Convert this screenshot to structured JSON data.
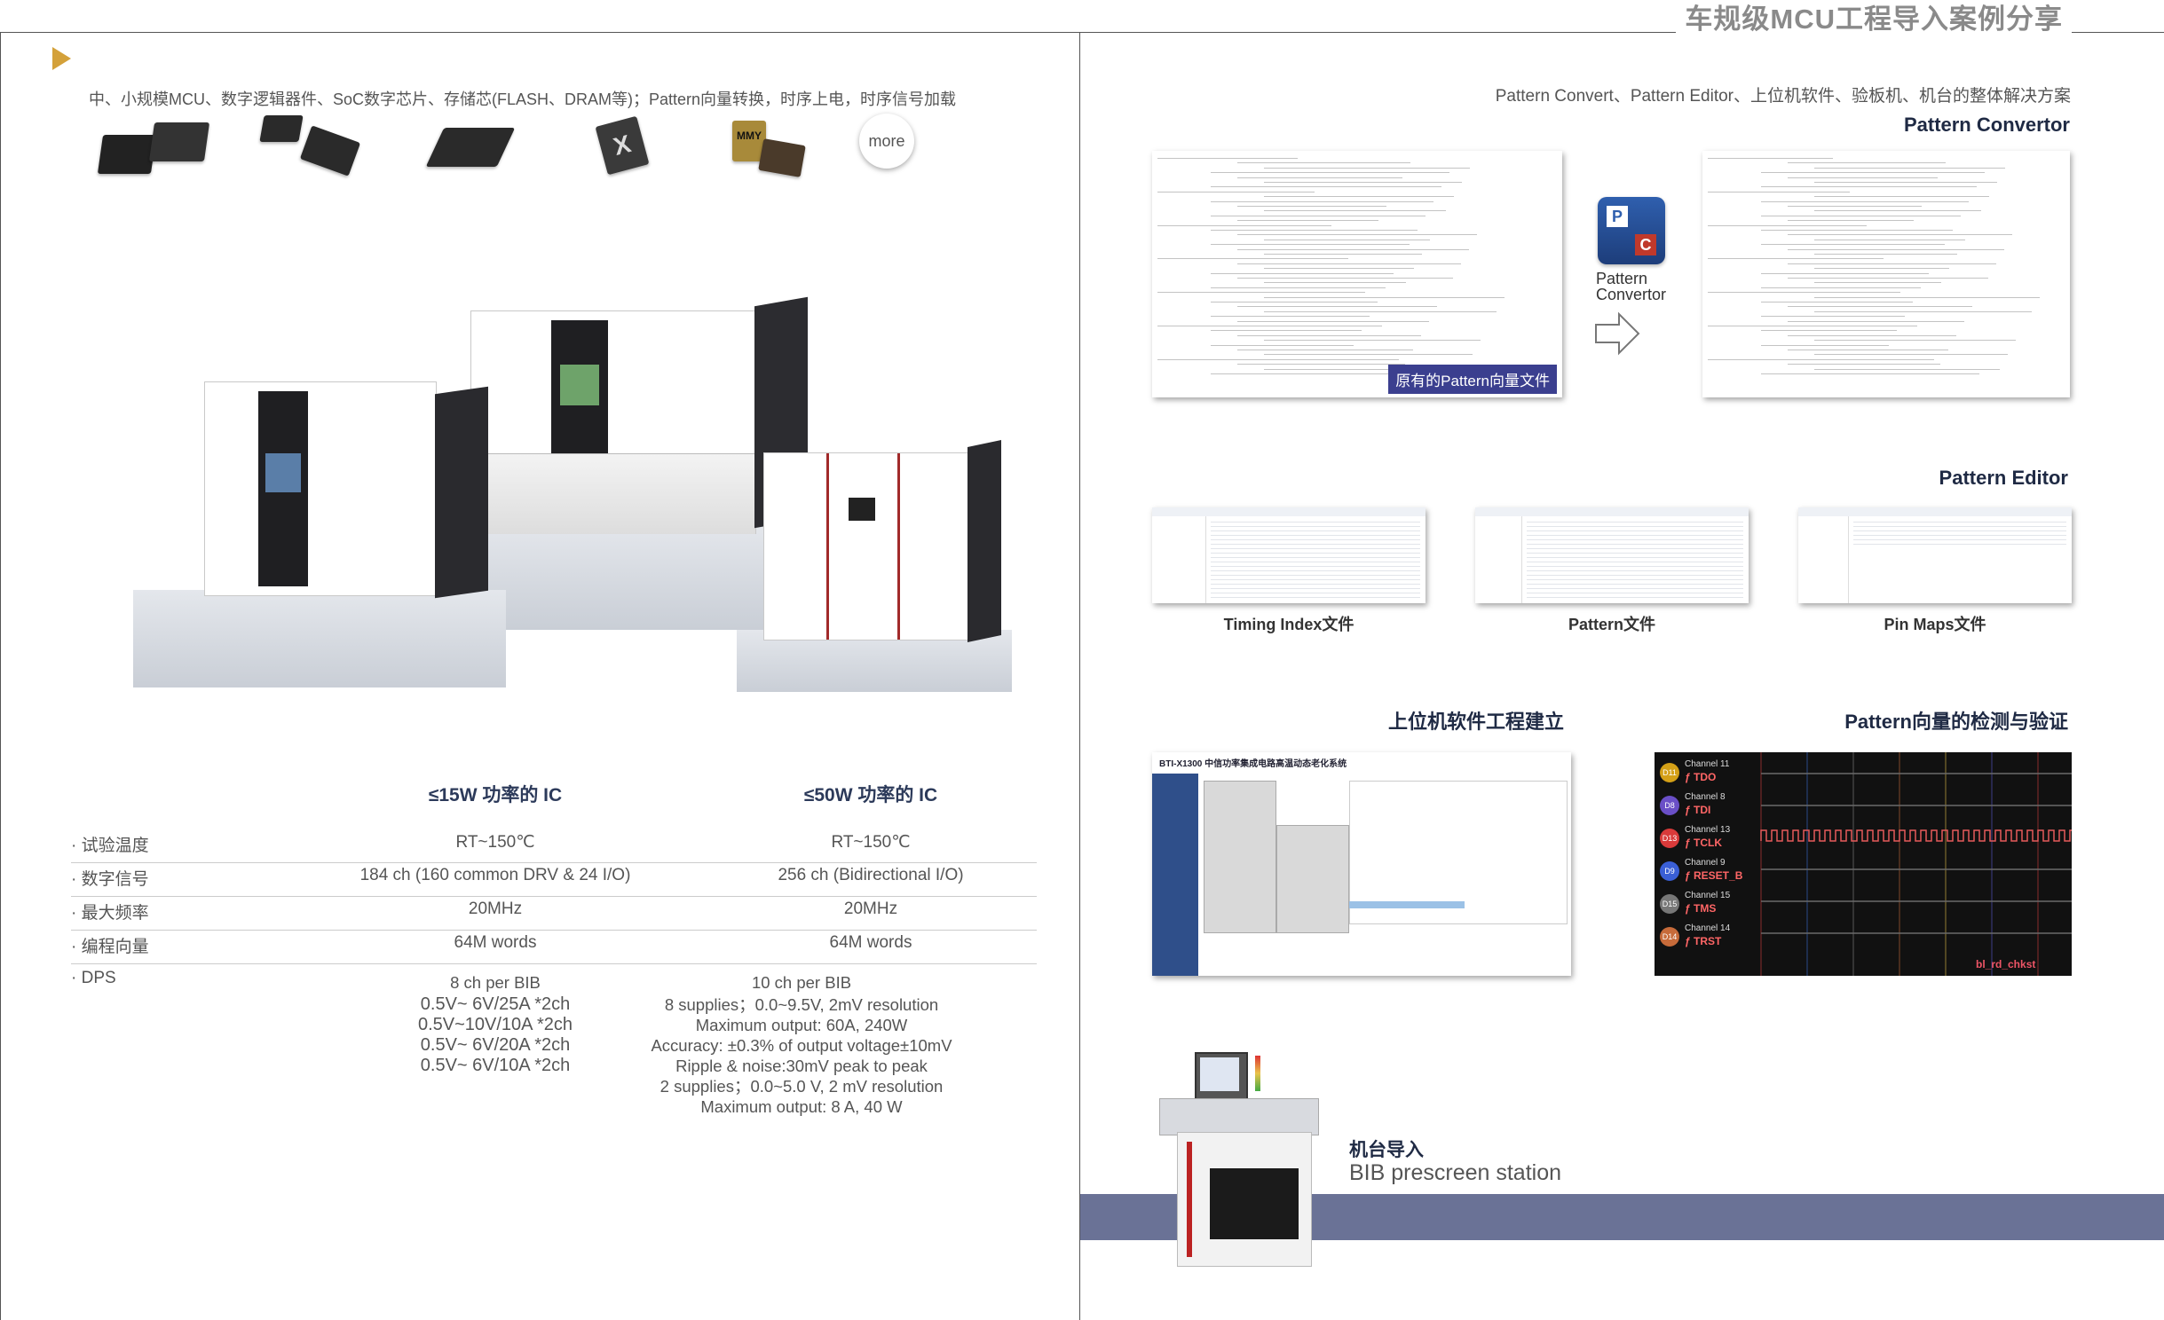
{
  "header": {
    "title": "车规级MCU工程导入案例分享"
  },
  "left": {
    "chip_description": "中、小规模MCU、数字逻辑器件、SoC数字芯片、存储芯(FLASH、DRAM等)；Pattern向量转换，时序上电，时序信号加载",
    "more_label": "more",
    "chip_marks": {
      "mmy": "MMY",
      "x": "X"
    },
    "specs": {
      "col1_title": "≤15W 功率的 IC",
      "col2_title": "≤50W 功率的 IC",
      "rows": [
        {
          "label": "· 试验温度",
          "v1": "RT~150℃",
          "v2": "RT~150℃"
        },
        {
          "label": "· 数字信号",
          "v1": "184 ch (160 common DRV & 24 I/O)",
          "v2": "256 ch (Bidirectional I/O)"
        },
        {
          "label": "· 最大频率",
          "v1": "20MHz",
          "v2": "20MHz"
        },
        {
          "label": "· 编程向量",
          "v1": "64M words",
          "v2": "64M words"
        }
      ],
      "dps": {
        "label": "· DPS",
        "col1": [
          "8 ch per BIB",
          "0.5V~  6V/25A *2ch",
          "0.5V~10V/10A *2ch",
          "0.5V~  6V/20A *2ch",
          "0.5V~  6V/10A *2ch"
        ],
        "col2": [
          "10 ch per BIB",
          "8 supplies；0.0~9.5V, 2mV resolution",
          "Maximum output: 60A, 240W",
          "Accuracy: ±0.3% of output voltage±10mV",
          "Ripple & noise:30mV peak to peak",
          "2 supplies；0.0~5.0 V, 2 mV resolution",
          "Maximum output: 8 A, 40 W"
        ]
      }
    }
  },
  "right": {
    "subtitle": "Pattern Convert、Pattern Editor、上位机软件、验板机、机台的整体解决方案",
    "pattern_convertor": {
      "title": "Pattern Convertor",
      "original_label": "原有的Pattern向量文件",
      "icon_label_line1": "Pattern",
      "icon_label_line2": "Convertor",
      "icon_letter_p": "P",
      "icon_letter_c": "C"
    },
    "pattern_editor": {
      "title": "Pattern Editor",
      "files": [
        {
          "label": "Timing Index文件"
        },
        {
          "label": "Pattern文件"
        },
        {
          "label": "Pin Maps文件"
        }
      ]
    },
    "host_software": {
      "title": "上位机软件工程建立",
      "window_title": "BTI-X1300 中信功率集成电路高温动态老化系统"
    },
    "verification": {
      "title": "Pattern向量的检测与验证",
      "channels": [
        {
          "badge": "D11",
          "name": "Channel 11",
          "signal": "TDO"
        },
        {
          "badge": "D8",
          "name": "Channel 8",
          "signal": "TDI"
        },
        {
          "badge": "D13",
          "name": "Channel 13",
          "signal": "TCLK"
        },
        {
          "badge": "D9",
          "name": "Channel 9",
          "signal": "RESET_B"
        },
        {
          "badge": "D15",
          "name": "Channel 15",
          "signal": "TMS"
        },
        {
          "badge": "D14",
          "name": "Channel 14",
          "signal": "TRST"
        }
      ],
      "bottom_label": "bl_rd_chkst"
    },
    "station": {
      "title_cn": "机台导入",
      "title_en": "BIB prescreen station"
    },
    "colors": {
      "band": "#6a7296",
      "accent": "#d4a13a",
      "label_bg": "#3b3f8f"
    }
  }
}
